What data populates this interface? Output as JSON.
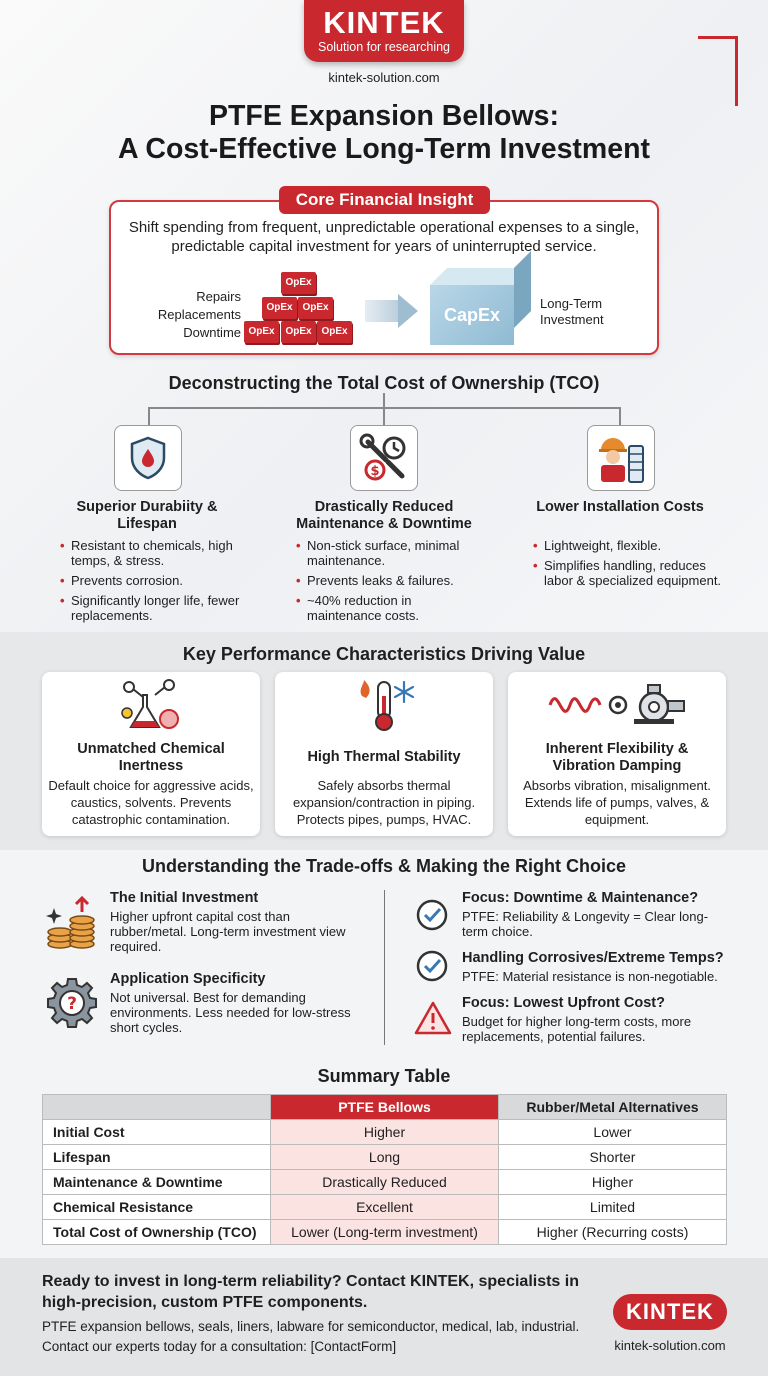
{
  "header": {
    "brand": "KINTEK",
    "tagline": "Solution for researching",
    "website": "kintek-solution.com",
    "title_line1": "PTFE Expansion Bellows:",
    "title_line2": "A Cost-Effective Long-Term Investment"
  },
  "insight": {
    "label": "Core Financial Insight",
    "text": "Shift spending from frequent, unpredictable operational expenses to a single, predictable capital investment for years of uninterrupted service.",
    "opex_labels": [
      "Repairs",
      "Replacements",
      "Downtime"
    ],
    "opex_blocks": [
      "OpEx",
      "OpEx",
      "OpEx",
      "OpEx",
      "OpEx",
      "OpEx"
    ],
    "capex": "CapEx",
    "capex_label": "Long-Term Investment"
  },
  "tco": {
    "heading": "Deconstructing the Total Cost of Ownership (TCO)",
    "columns": [
      {
        "icon": "shield-drop-icon",
        "title": "Superior Durabiity & Lifespan",
        "bullets": [
          "Resistant to chemicals, high temps, & stress.",
          "Prevents corrosion.",
          "Significantly longer life, fewer replacements."
        ]
      },
      {
        "icon": "wrench-clock-icon",
        "title": "Drastically Reduced Maintenance & Downtime",
        "bullets": [
          "Non-stick surface, minimal maintenance.",
          "Prevents leaks & failures.",
          "~40% reduction in maintenance costs."
        ]
      },
      {
        "icon": "worker-icon",
        "title": "Lower Installation Costs",
        "bullets": [
          "Lightweight, flexible.",
          "Simplifies handling, reduces labor & specialized equipment."
        ]
      }
    ]
  },
  "performance": {
    "heading": "Key Performance Characteristics Driving Value",
    "cards": [
      {
        "icon": "chemistry-flask-icon",
        "title": "Unmatched Chemical Inertness",
        "text": "Default choice for aggressive acids, caustics, solvents. Prevents catastrophic contamination."
      },
      {
        "icon": "thermometer-icon",
        "title": "High Thermal Stability",
        "text": "Safely absorbs thermal expansion/contraction in piping. Protects pipes, pumps, HVAC."
      },
      {
        "icon": "vibration-pump-icon",
        "title": "Inherent Flexibility & Vibration Damping",
        "text": "Absorbs vibration, misalignment. Extends life of pumps, valves, & equipment."
      }
    ]
  },
  "tradeoffs": {
    "heading": "Understanding the Trade-offs & Making the Right Choice",
    "left": [
      {
        "icon": "coins-arrow-icon",
        "title": "The Initial Investment",
        "text": "Higher upfront capital cost than rubber/metal. Long-term investment view required."
      },
      {
        "icon": "gear-question-icon",
        "title": "Application Specificity",
        "text": "Not universal. Best for demanding environments. Less needed for low-stress short cycles."
      }
    ],
    "right": [
      {
        "icon": "check-circle-icon",
        "title": "Focus: Downtime & Maintenance?",
        "text": "PTFE: Reliability & Longevity = Clear long-term choice."
      },
      {
        "icon": "check-circle-icon",
        "title": "Handling Corrosives/Extreme Temps?",
        "text": "PTFE: Material resistance is non-negotiable."
      },
      {
        "icon": "warning-icon",
        "title": "Focus: Lowest Upfront Cost?",
        "text": "Budget for higher long-term costs, more replacements, potential failures."
      }
    ]
  },
  "summary": {
    "heading": "Summary Table",
    "headers": [
      "",
      "PTFE Bellows",
      "Rubber/Metal Alternatives"
    ],
    "rows": [
      [
        "Initial Cost",
        "Higher",
        "Lower"
      ],
      [
        "Lifespan",
        "Long",
        "Shorter"
      ],
      [
        "Maintenance & Downtime",
        "Drastically Reduced",
        "Higher"
      ],
      [
        "Chemical Resistance",
        "Excellent",
        "Limited"
      ],
      [
        "Total Cost of Ownership (TCO)",
        "Lower (Long-term investment)",
        "Higher (Recurring costs)"
      ]
    ]
  },
  "footer": {
    "cta_bold": "Ready to invest in long-term reliability? Contact KINTEK, specialists in high-precision, custom PTFE components.",
    "line1": "PTFE expansion bellows, seals, liners, labware for semiconductor, medical, lab, industrial.",
    "line2": "Contact our experts today for a consultation: [ContactForm]",
    "brand": "KINTEK",
    "website": "kintek-solution.com"
  },
  "colors": {
    "accent": "#c8282e",
    "capex": "#9cc3da",
    "panel": "#e7e8ea"
  }
}
